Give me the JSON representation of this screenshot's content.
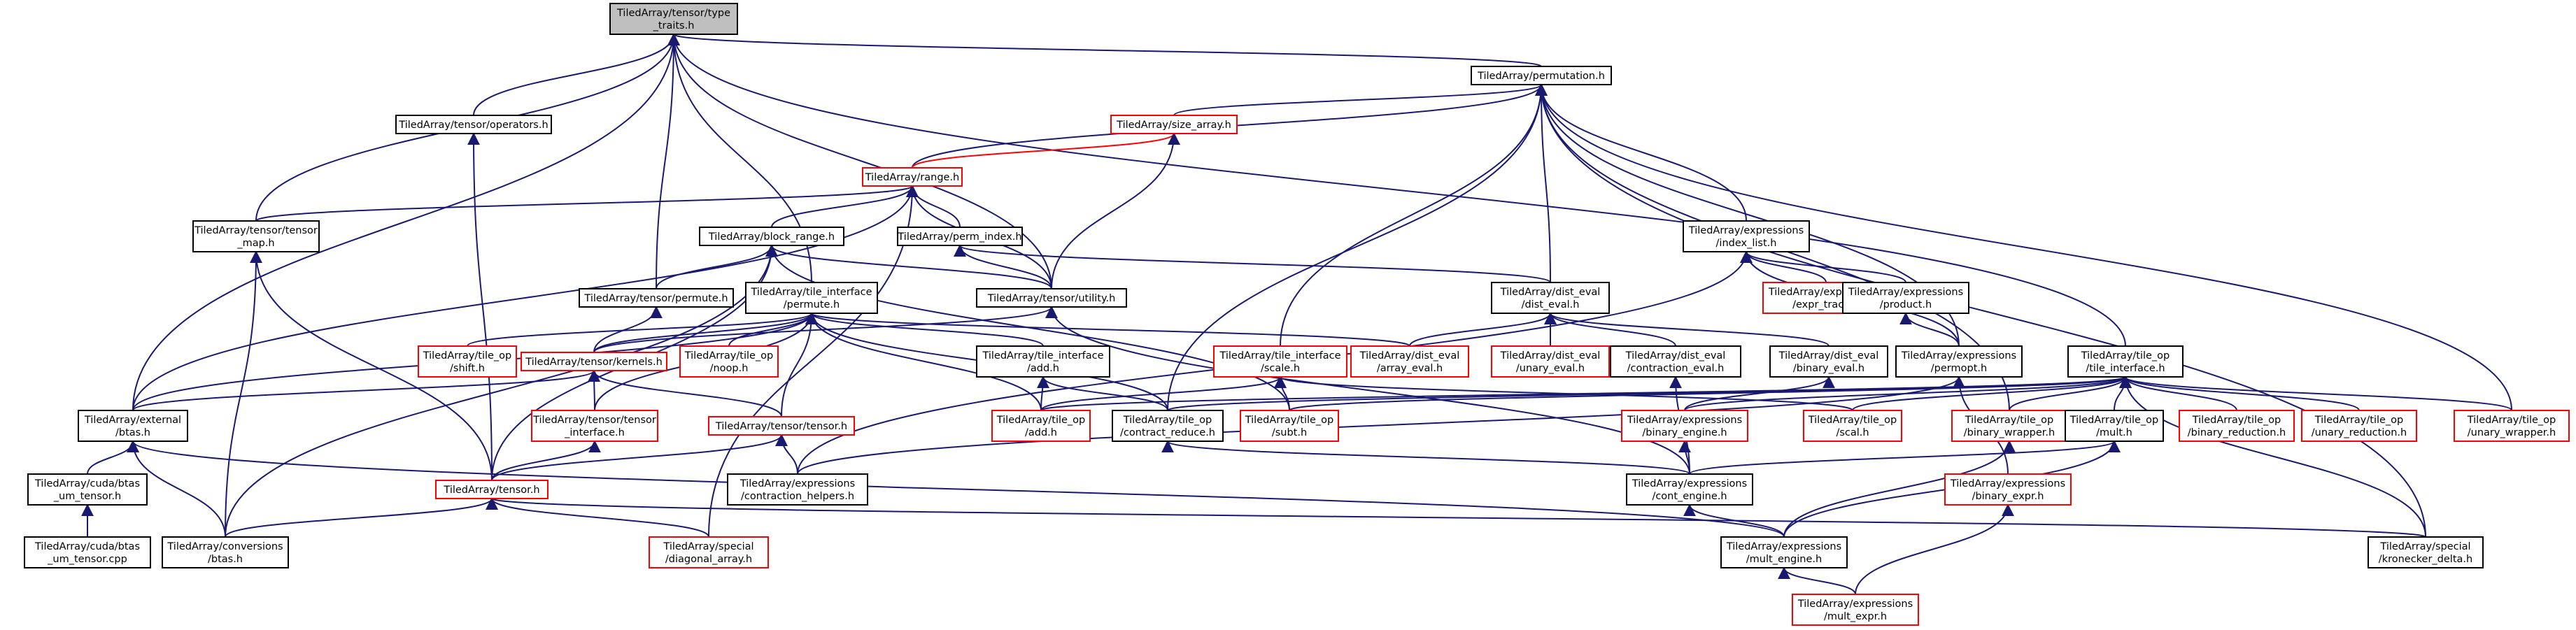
{
  "colors": {
    "edge": "#191970",
    "edge_red": "#ff0000",
    "node_black": "#000000",
    "node_red": "#ff0000",
    "root_fill": "#bfbfbf",
    "text": "#000000"
  },
  "nodes": [
    {
      "id": "tensor_type_traits",
      "lines": [
        "TiledArray/tensor/type",
        "_traits.h"
      ],
      "kind": "root"
    },
    {
      "id": "permutation",
      "lines": [
        "TiledArray/permutation.h"
      ],
      "kind": "black"
    },
    {
      "id": "operators",
      "lines": [
        "TiledArray/tensor/operators.h"
      ],
      "kind": "black"
    },
    {
      "id": "size_array",
      "lines": [
        "TiledArray/size_array.h"
      ],
      "kind": "red"
    },
    {
      "id": "range",
      "lines": [
        "TiledArray/range.h"
      ],
      "kind": "red"
    },
    {
      "id": "tensor_map",
      "lines": [
        "TiledArray/tensor/tensor",
        "_map.h"
      ],
      "kind": "black"
    },
    {
      "id": "block_range",
      "lines": [
        "TiledArray/block_range.h"
      ],
      "kind": "black"
    },
    {
      "id": "perm_index",
      "lines": [
        "TiledArray/perm_index.h"
      ],
      "kind": "black"
    },
    {
      "id": "index_list",
      "lines": [
        "TiledArray/expressions",
        "/index_list.h"
      ],
      "kind": "black"
    },
    {
      "id": "tensor_permute",
      "lines": [
        "TiledArray/tensor/permute.h"
      ],
      "kind": "black"
    },
    {
      "id": "tile_interface_permute",
      "lines": [
        "TiledArray/tile_interface",
        "/permute.h"
      ],
      "kind": "black"
    },
    {
      "id": "tensor_utility",
      "lines": [
        "TiledArray/tensor/utility.h"
      ],
      "kind": "black"
    },
    {
      "id": "dist_eval",
      "lines": [
        "TiledArray/dist_eval",
        "/dist_eval.h"
      ],
      "kind": "black"
    },
    {
      "id": "expr_trace",
      "lines": [
        "TiledArray/expressions",
        "/expr_trace.h"
      ],
      "kind": "red"
    },
    {
      "id": "product",
      "lines": [
        "TiledArray/expressions",
        "/product.h"
      ],
      "kind": "black"
    },
    {
      "id": "tile_op_shift",
      "lines": [
        "TiledArray/tile_op",
        "/shift.h"
      ],
      "kind": "red"
    },
    {
      "id": "tensor_kernels",
      "lines": [
        "TiledArray/tensor/kernels.h"
      ],
      "kind": "red"
    },
    {
      "id": "tile_op_noop",
      "lines": [
        "TiledArray/tile_op",
        "/noop.h"
      ],
      "kind": "red"
    },
    {
      "id": "tile_interface_add",
      "lines": [
        "TiledArray/tile_interface",
        "/add.h"
      ],
      "kind": "black"
    },
    {
      "id": "tile_interface_scale",
      "lines": [
        "TiledArray/tile_interface",
        "/scale.h"
      ],
      "kind": "red"
    },
    {
      "id": "array_eval",
      "lines": [
        "TiledArray/dist_eval",
        "/array_eval.h"
      ],
      "kind": "red"
    },
    {
      "id": "unary_eval",
      "lines": [
        "TiledArray/dist_eval",
        "/unary_eval.h"
      ],
      "kind": "red"
    },
    {
      "id": "contraction_eval",
      "lines": [
        "TiledArray/dist_eval",
        "/contraction_eval.h"
      ],
      "kind": "black"
    },
    {
      "id": "binary_eval",
      "lines": [
        "TiledArray/dist_eval",
        "/binary_eval.h"
      ],
      "kind": "black"
    },
    {
      "id": "permopt",
      "lines": [
        "TiledArray/expressions",
        "/permopt.h"
      ],
      "kind": "black"
    },
    {
      "id": "tile_op_tile_interface",
      "lines": [
        "TiledArray/tile_op",
        "/tile_interface.h"
      ],
      "kind": "black"
    },
    {
      "id": "external_btas",
      "lines": [
        "TiledArray/external",
        "/btas.h"
      ],
      "kind": "black"
    },
    {
      "id": "tensor_interface",
      "lines": [
        "TiledArray/tensor/tensor",
        "_interface.h"
      ],
      "kind": "red"
    },
    {
      "id": "tensor_tensor",
      "lines": [
        "TiledArray/tensor/tensor.h"
      ],
      "kind": "red"
    },
    {
      "id": "tile_op_add",
      "lines": [
        "TiledArray/tile_op",
        "/add.h"
      ],
      "kind": "red"
    },
    {
      "id": "contract_reduce",
      "lines": [
        "TiledArray/tile_op",
        "/contract_reduce.h"
      ],
      "kind": "black"
    },
    {
      "id": "tile_op_subt",
      "lines": [
        "TiledArray/tile_op",
        "/subt.h"
      ],
      "kind": "red"
    },
    {
      "id": "binary_engine",
      "lines": [
        "TiledArray/expressions",
        "/binary_engine.h"
      ],
      "kind": "red"
    },
    {
      "id": "tile_op_scal",
      "lines": [
        "TiledArray/tile_op",
        "/scal.h"
      ],
      "kind": "red"
    },
    {
      "id": "binary_wrapper",
      "lines": [
        "TiledArray/tile_op",
        "/binary_wrapper.h"
      ],
      "kind": "red"
    },
    {
      "id": "tile_op_mult",
      "lines": [
        "TiledArray/tile_op",
        "/mult.h"
      ],
      "kind": "black"
    },
    {
      "id": "binary_reduction",
      "lines": [
        "TiledArray/tile_op",
        "/binary_reduction.h"
      ],
      "kind": "red"
    },
    {
      "id": "unary_reduction",
      "lines": [
        "TiledArray/tile_op",
        "/unary_reduction.h"
      ],
      "kind": "red"
    },
    {
      "id": "unary_wrapper",
      "lines": [
        "TiledArray/tile_op",
        "/unary_wrapper.h"
      ],
      "kind": "red"
    },
    {
      "id": "cuda_btas_um",
      "lines": [
        "TiledArray/cuda/btas",
        "_um_tensor.h"
      ],
      "kind": "black"
    },
    {
      "id": "tensor_h",
      "lines": [
        "TiledArray/tensor.h"
      ],
      "kind": "red"
    },
    {
      "id": "contraction_helpers",
      "lines": [
        "TiledArray/expressions",
        "/contraction_helpers.h"
      ],
      "kind": "black"
    },
    {
      "id": "cont_engine",
      "lines": [
        "TiledArray/expressions",
        "/cont_engine.h"
      ],
      "kind": "black"
    },
    {
      "id": "binary_expr",
      "lines": [
        "TiledArray/expressions",
        "/binary_expr.h"
      ],
      "kind": "red"
    },
    {
      "id": "cuda_btas_um_cpp",
      "lines": [
        "TiledArray/cuda/btas",
        "_um_tensor.cpp"
      ],
      "kind": "black"
    },
    {
      "id": "conversions_btas",
      "lines": [
        "TiledArray/conversions",
        "/btas.h"
      ],
      "kind": "black"
    },
    {
      "id": "diagonal_array",
      "lines": [
        "TiledArray/special",
        "/diagonal_array.h"
      ],
      "kind": "red"
    },
    {
      "id": "mult_engine",
      "lines": [
        "TiledArray/expressions",
        "/mult_engine.h"
      ],
      "kind": "black"
    },
    {
      "id": "kronecker_delta",
      "lines": [
        "TiledArray/special",
        "/kronecker_delta.h"
      ],
      "kind": "black"
    },
    {
      "id": "mult_expr",
      "lines": [
        "TiledArray/expressions",
        "/mult_expr.h"
      ],
      "kind": "red"
    }
  ],
  "edges": [
    [
      "permutation",
      "tensor_type_traits"
    ],
    [
      "operators",
      "tensor_type_traits"
    ],
    [
      "tensor_map",
      "tensor_type_traits"
    ],
    [
      "external_btas",
      "tensor_type_traits"
    ],
    [
      "tensor_permute",
      "tensor_type_traits"
    ],
    [
      "tile_interface_permute",
      "tensor_type_traits"
    ],
    [
      "tensor_utility",
      "tensor_type_traits"
    ],
    [
      "tile_op_tile_interface",
      "tensor_type_traits"
    ],
    [
      "size_array",
      "permutation"
    ],
    [
      "range",
      "permutation"
    ],
    [
      "tile_interface_scale",
      "permutation"
    ],
    [
      "index_list",
      "permutation"
    ],
    [
      "dist_eval",
      "permutation"
    ],
    [
      "contract_reduce",
      "permutation"
    ],
    [
      "permopt",
      "permutation"
    ],
    [
      "binary_wrapper",
      "permutation"
    ],
    [
      "unary_wrapper",
      "permutation"
    ],
    [
      "kronecker_delta",
      "permutation"
    ],
    [
      "tensor_h",
      "operators"
    ],
    [
      "range",
      "size_array"
    ],
    [
      "tensor_utility",
      "size_array"
    ],
    [
      "tensor_map",
      "range"
    ],
    [
      "block_range",
      "range"
    ],
    [
      "perm_index",
      "range"
    ],
    [
      "tensor_utility",
      "range"
    ],
    [
      "external_btas",
      "range"
    ],
    [
      "diagonal_array",
      "range"
    ],
    [
      "tensor_h",
      "tensor_map"
    ],
    [
      "conversions_btas",
      "tensor_map"
    ],
    [
      "tensor_permute",
      "block_range"
    ],
    [
      "tensor_utility",
      "block_range"
    ],
    [
      "tensor_h",
      "block_range"
    ],
    [
      "conversions_btas",
      "block_range"
    ],
    [
      "tile_op_subt",
      "block_range"
    ],
    [
      "tensor_utility",
      "perm_index"
    ],
    [
      "dist_eval",
      "perm_index"
    ],
    [
      "expr_trace",
      "index_list"
    ],
    [
      "product",
      "index_list"
    ],
    [
      "permopt",
      "index_list"
    ],
    [
      "contraction_helpers",
      "index_list"
    ],
    [
      "tensor_kernels",
      "tensor_permute"
    ],
    [
      "tile_op_shift",
      "tile_interface_permute"
    ],
    [
      "tensor_kernels",
      "tile_interface_permute"
    ],
    [
      "tile_op_noop",
      "tile_interface_permute"
    ],
    [
      "tile_interface_add",
      "tile_interface_permute"
    ],
    [
      "array_eval",
      "tile_interface_permute"
    ],
    [
      "tile_op_add",
      "tile_interface_permute"
    ],
    [
      "contract_reduce",
      "tile_interface_permute"
    ],
    [
      "tensor_interface",
      "tile_interface_permute"
    ],
    [
      "tensor_tensor",
      "tile_interface_permute"
    ],
    [
      "external_btas",
      "tile_interface_permute"
    ],
    [
      "tensor_kernels",
      "tensor_utility"
    ],
    [
      "cont_engine",
      "tensor_utility"
    ],
    [
      "array_eval",
      "dist_eval"
    ],
    [
      "unary_eval",
      "dist_eval"
    ],
    [
      "contraction_eval",
      "dist_eval"
    ],
    [
      "binary_eval",
      "dist_eval"
    ],
    [
      "permopt",
      "product"
    ],
    [
      "tensor_interface",
      "tensor_kernels"
    ],
    [
      "tensor_tensor",
      "tensor_kernels"
    ],
    [
      "external_btas",
      "tensor_kernels"
    ],
    [
      "tile_op_add",
      "tile_interface_add"
    ],
    [
      "contract_reduce",
      "tile_interface_add"
    ],
    [
      "tile_op_add",
      "tile_interface_scale"
    ],
    [
      "tile_op_subt",
      "tile_interface_scale"
    ],
    [
      "tile_op_scal",
      "tile_interface_scale"
    ],
    [
      "cont_engine",
      "contraction_eval"
    ],
    [
      "binary_engine",
      "binary_eval"
    ],
    [
      "binary_expr",
      "permopt"
    ],
    [
      "contraction_helpers",
      "permopt"
    ],
    [
      "tile_op_add",
      "tile_op_tile_interface"
    ],
    [
      "contract_reduce",
      "tile_op_tile_interface"
    ],
    [
      "tile_op_subt",
      "tile_op_tile_interface"
    ],
    [
      "binary_engine",
      "tile_op_tile_interface"
    ],
    [
      "tile_op_scal",
      "tile_op_tile_interface"
    ],
    [
      "binary_wrapper",
      "tile_op_tile_interface"
    ],
    [
      "tile_op_mult",
      "tile_op_tile_interface"
    ],
    [
      "binary_reduction",
      "tile_op_tile_interface"
    ],
    [
      "unary_reduction",
      "tile_op_tile_interface"
    ],
    [
      "unary_wrapper",
      "tile_op_tile_interface"
    ],
    [
      "kronecker_delta",
      "tile_op_tile_interface"
    ],
    [
      "cuda_btas_um",
      "external_btas"
    ],
    [
      "conversions_btas",
      "external_btas"
    ],
    [
      "mult_engine",
      "external_btas"
    ],
    [
      "tensor_h",
      "tensor_interface"
    ],
    [
      "tensor_h",
      "tensor_tensor"
    ],
    [
      "contraction_helpers",
      "tensor_tensor"
    ],
    [
      "cont_engine",
      "contract_reduce"
    ],
    [
      "cont_engine",
      "binary_engine"
    ],
    [
      "mult_engine",
      "binary_wrapper"
    ],
    [
      "cont_engine",
      "tile_op_mult"
    ],
    [
      "mult_engine",
      "tile_op_mult"
    ],
    [
      "cuda_btas_um_cpp",
      "cuda_btas_um"
    ],
    [
      "conversions_btas",
      "tensor_h"
    ],
    [
      "diagonal_array",
      "tensor_h"
    ],
    [
      "kronecker_delta",
      "tensor_h"
    ],
    [
      "mult_engine",
      "cont_engine"
    ],
    [
      "mult_expr",
      "binary_expr"
    ],
    [
      "mult_expr",
      "mult_engine"
    ]
  ],
  "red_edges": [
    [
      "range",
      "size_array"
    ]
  ]
}
